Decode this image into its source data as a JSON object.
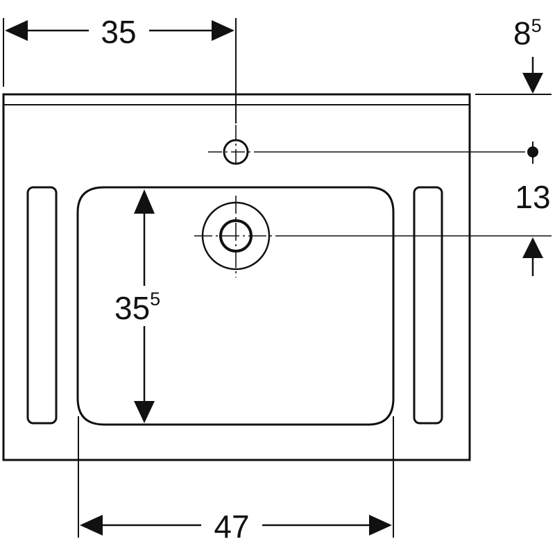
{
  "colors": {
    "line": "#111111",
    "background": "#ffffff"
  },
  "dimensions": {
    "tap_hole_offset": "35",
    "back_rim_main": "8",
    "back_rim_sup": "5",
    "hole_spacing": "13",
    "bowl_depth_main": "35",
    "bowl_depth_sup": "5",
    "bowl_width": "47"
  }
}
